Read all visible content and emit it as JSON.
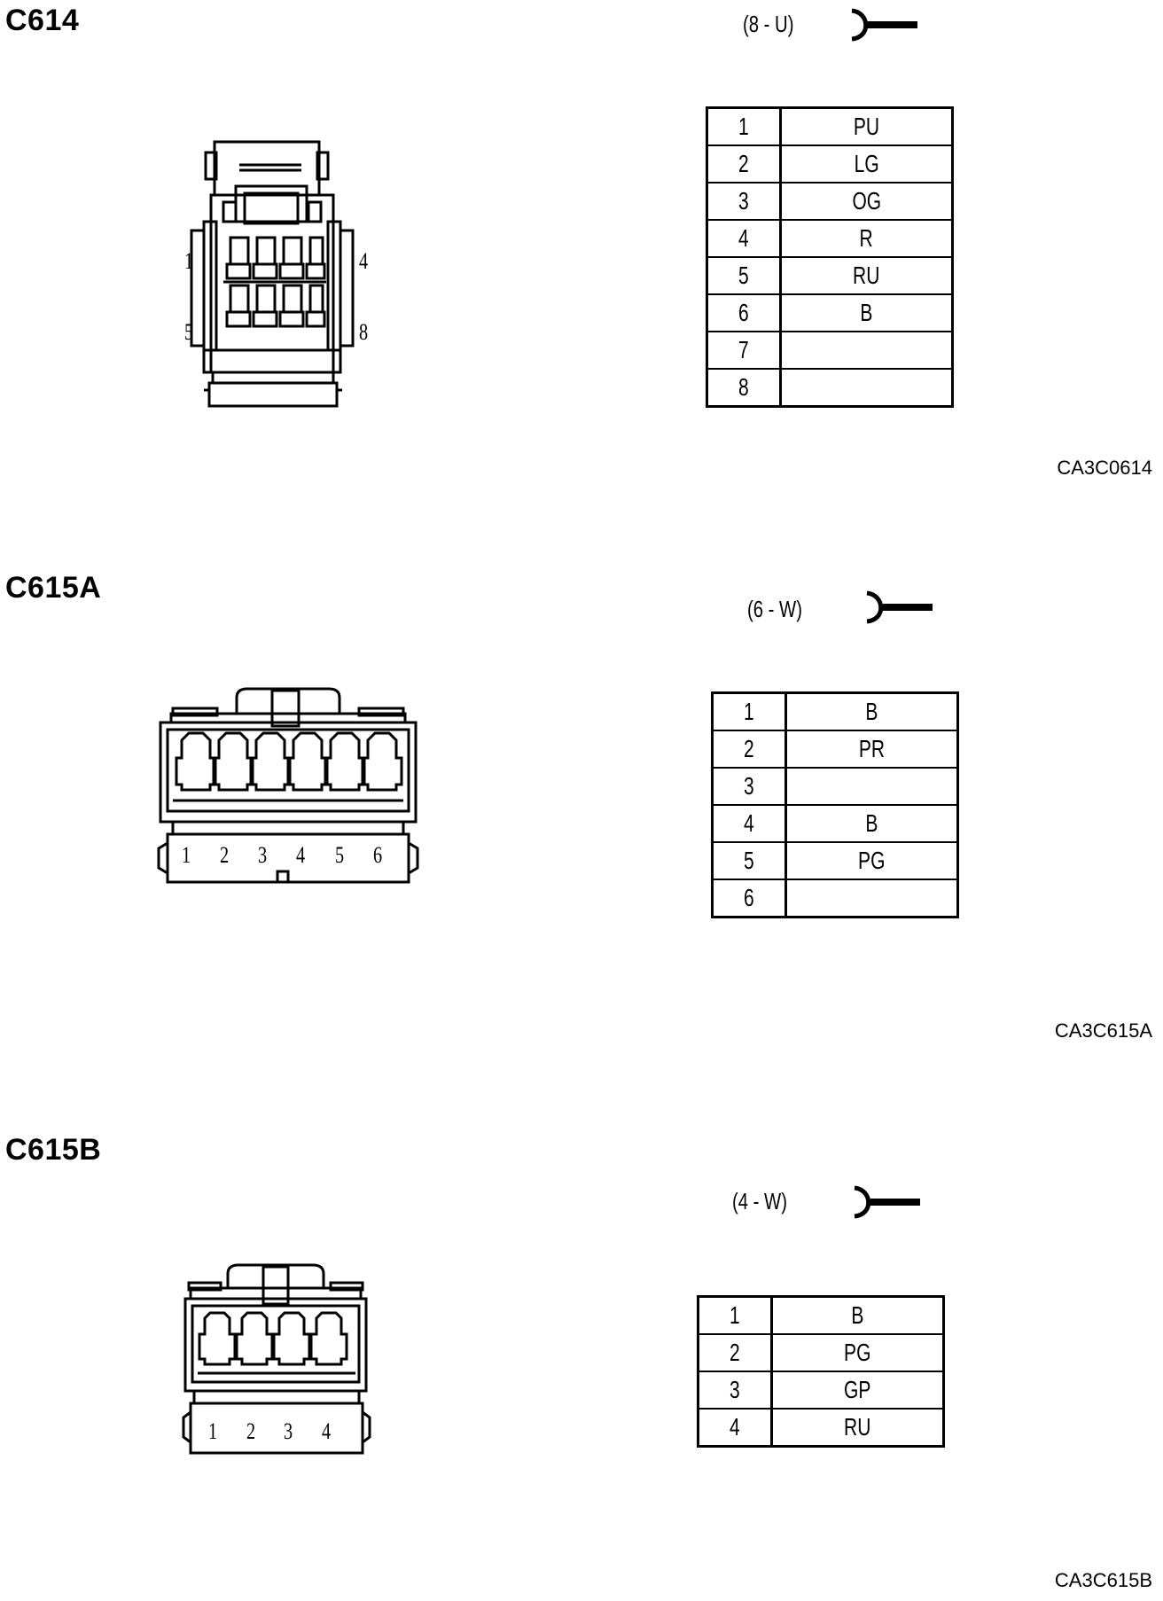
{
  "connectors": [
    {
      "id": "C614",
      "spec": "(8 - U)",
      "ref": "CA3C0614",
      "face_labels": [
        "1",
        "4",
        "5",
        "8"
      ],
      "pins": [
        {
          "pin": "1",
          "wire": "PU"
        },
        {
          "pin": "2",
          "wire": "LG"
        },
        {
          "pin": "3",
          "wire": "OG"
        },
        {
          "pin": "4",
          "wire": "R"
        },
        {
          "pin": "5",
          "wire": "RU"
        },
        {
          "pin": "6",
          "wire": "B"
        },
        {
          "pin": "7",
          "wire": ""
        },
        {
          "pin": "8",
          "wire": ""
        }
      ]
    },
    {
      "id": "C615A",
      "spec": "(6 - W)",
      "ref": "CA3C615A",
      "face_labels": [
        "1",
        "2",
        "3",
        "4",
        "5",
        "6"
      ],
      "pins": [
        {
          "pin": "1",
          "wire": "B"
        },
        {
          "pin": "2",
          "wire": "PR"
        },
        {
          "pin": "3",
          "wire": ""
        },
        {
          "pin": "4",
          "wire": "B"
        },
        {
          "pin": "5",
          "wire": "PG"
        },
        {
          "pin": "6",
          "wire": ""
        }
      ]
    },
    {
      "id": "C615B",
      "spec": "(4 - W)",
      "ref": "CA3C615B",
      "face_labels": [
        "1",
        "2",
        "3",
        "4"
      ],
      "pins": [
        {
          "pin": "1",
          "wire": "B"
        },
        {
          "pin": "2",
          "wire": "PG"
        },
        {
          "pin": "3",
          "wire": "GP"
        },
        {
          "pin": "4",
          "wire": "RU"
        }
      ]
    }
  ]
}
